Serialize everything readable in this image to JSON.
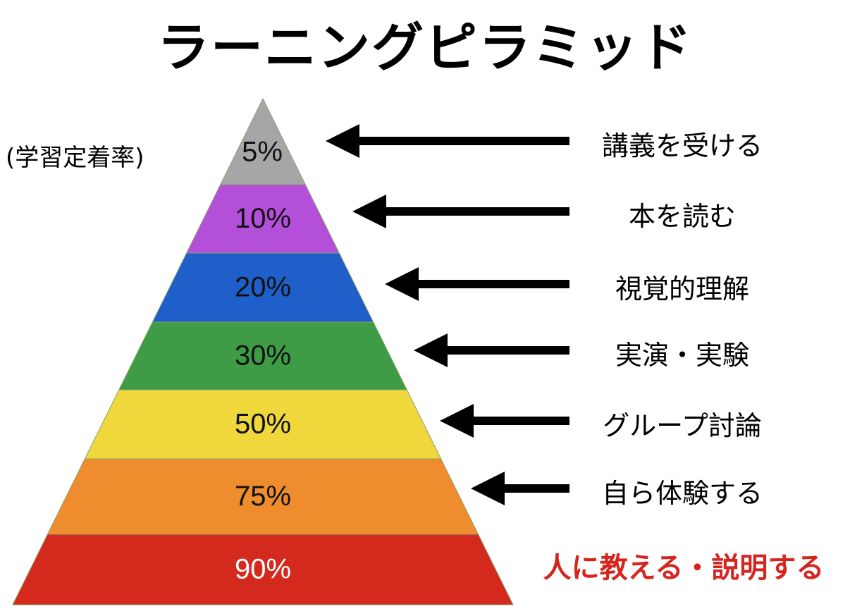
{
  "title": "ラーニングピラミッド",
  "axis_label": "(学習定着率)",
  "colors": {
    "gray": "#a6a6a6",
    "purple": "#b44fd9",
    "blue": "#1e5fc9",
    "green": "#3e9b46",
    "yellow": "#f0d73c",
    "orange": "#ef8d2e",
    "red": "#d42a1e",
    "highlight": "#d6251f"
  },
  "levels": [
    {
      "rate": "5%",
      "activity": "講義を受ける",
      "color": "#a6a6a6"
    },
    {
      "rate": "10%",
      "activity": "本を読む",
      "color": "#b44fd9"
    },
    {
      "rate": "20%",
      "activity": "視覚的理解",
      "color": "#1e5fc9"
    },
    {
      "rate": "30%",
      "activity": "実演・実験",
      "color": "#3e9b46"
    },
    {
      "rate": "50%",
      "activity": "グループ討論",
      "color": "#f0d73c"
    },
    {
      "rate": "75%",
      "activity": "自ら体験する",
      "color": "#ef8d2e"
    },
    {
      "rate": "90%",
      "activity": "人に教える・説明する",
      "color": "#d42a1e",
      "highlighted": true
    }
  ]
}
